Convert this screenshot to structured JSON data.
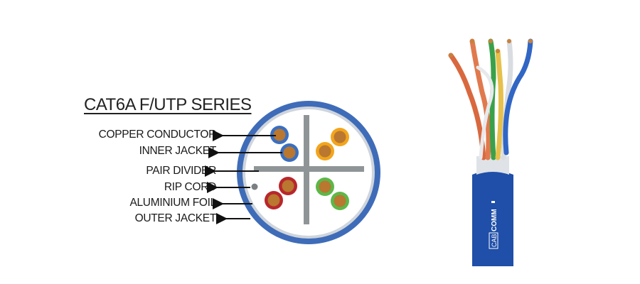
{
  "diagram": {
    "title": "CAT6A F/UTP SERIES",
    "labels": [
      "COPPER CONDUCTOR",
      "INNER JACKET",
      "PAIR DIVIDER",
      "RIP CORD",
      "ALUMINIUM FOIL",
      "OUTER JACKET"
    ],
    "pair_colors": [
      "#3a6fc0",
      "#f2a51d",
      "#b8272b",
      "#5cb848"
    ],
    "conductor_color": "#b9772f",
    "jacket_color": "#1f4fa8"
  },
  "product": {
    "brand_part1": "CAB",
    "brand_part2": "COMM"
  }
}
